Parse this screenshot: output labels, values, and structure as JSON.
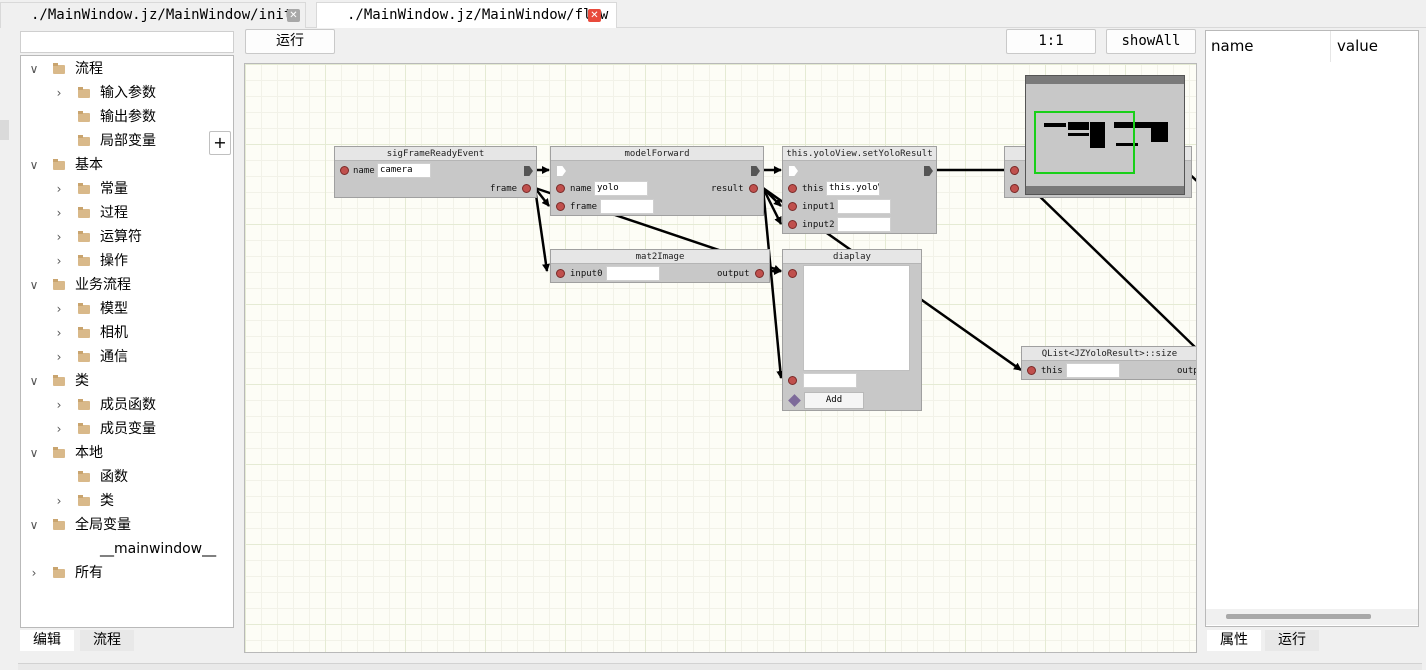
{
  "tabs": [
    {
      "label": "./MainWindow.jz/MainWindow/init",
      "active": false
    },
    {
      "label": "./MainWindow.jz/MainWindow/flow",
      "active": true
    }
  ],
  "tab_close_glyph": "✕",
  "toolbar": {
    "run_label": "运行",
    "zoom_label": "1:1",
    "showall_label": "showAll"
  },
  "tree": {
    "items": [
      {
        "label": "流程",
        "level": 0,
        "expanded": true
      },
      {
        "label": "输入参数",
        "level": 1,
        "expanded": false
      },
      {
        "label": "输出参数",
        "level": 1,
        "leaf": true
      },
      {
        "label": "局部变量",
        "level": 1,
        "leaf": true
      },
      {
        "label": "基本",
        "level": 0,
        "expanded": true
      },
      {
        "label": "常量",
        "level": 1,
        "expanded": false
      },
      {
        "label": "过程",
        "level": 1,
        "expanded": false
      },
      {
        "label": "运算符",
        "level": 1,
        "expanded": false
      },
      {
        "label": "操作",
        "level": 1,
        "expanded": false
      },
      {
        "label": "业务流程",
        "level": 0,
        "expanded": true
      },
      {
        "label": "模型",
        "level": 1,
        "expanded": false
      },
      {
        "label": "相机",
        "level": 1,
        "expanded": false
      },
      {
        "label": "通信",
        "level": 1,
        "expanded": false
      },
      {
        "label": "类",
        "level": 0,
        "expanded": true
      },
      {
        "label": "成员函数",
        "level": 1,
        "expanded": false
      },
      {
        "label": "成员变量",
        "level": 1,
        "expanded": false
      },
      {
        "label": "本地",
        "level": 0,
        "expanded": true
      },
      {
        "label": "函数",
        "level": 1,
        "leaf": true
      },
      {
        "label": "类",
        "level": 1,
        "expanded": false
      },
      {
        "label": "全局变量",
        "level": 0,
        "expanded": true
      },
      {
        "label": "__mainwindow__",
        "level": 1,
        "leaf": true,
        "nofolder": true
      },
      {
        "label": "所有",
        "level": 0,
        "expanded": false
      }
    ],
    "add_label": "+"
  },
  "left_tabs": {
    "edit": "编辑",
    "flow": "流程"
  },
  "nodes": {
    "sigFrameReadyEvent": {
      "title": "sigFrameReadyEvent",
      "name_label": "name",
      "name_value": "camera",
      "frame_label": "frame"
    },
    "modelForward": {
      "title": "modelForward",
      "name_label": "name",
      "name_value": "yolo",
      "frame_label": "frame",
      "result_label": "result"
    },
    "setYoloResult": {
      "title": "this.yoloView.setYoloResult",
      "this_label": "this",
      "this_value": "this.yoloV",
      "input1_label": "input1",
      "input2_label": "input2"
    },
    "mat2Image": {
      "title": "mat2Image",
      "input0_label": "input0",
      "output_label": "output"
    },
    "display": {
      "title": "diaplay",
      "add_label": "Add"
    },
    "qlistSize": {
      "title": "QList<JZYoloResult>::size",
      "this_label": "this",
      "output_label": "outp"
    }
  },
  "properties": {
    "col_name": "name",
    "col_value": "value"
  },
  "right_tabs": {
    "props": "属性",
    "run": "运行"
  },
  "colors": {
    "pin": "#c0504d",
    "minimap_view": "#19d019",
    "close_active": "#e84a3c"
  }
}
